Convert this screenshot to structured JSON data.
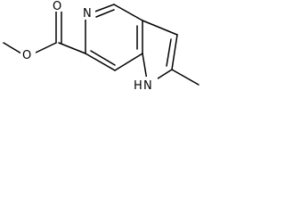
{
  "molecule": {
    "atoms": {
      "ring_nitrogen": "N",
      "pyrrole_nh": "H",
      "pyrrole_n": "N",
      "carbonyl_oxygen": "O",
      "ester_oxygen": "O"
    },
    "colors": {
      "bond": "#000000",
      "label": "#000000",
      "background": "#ffffff"
    }
  }
}
